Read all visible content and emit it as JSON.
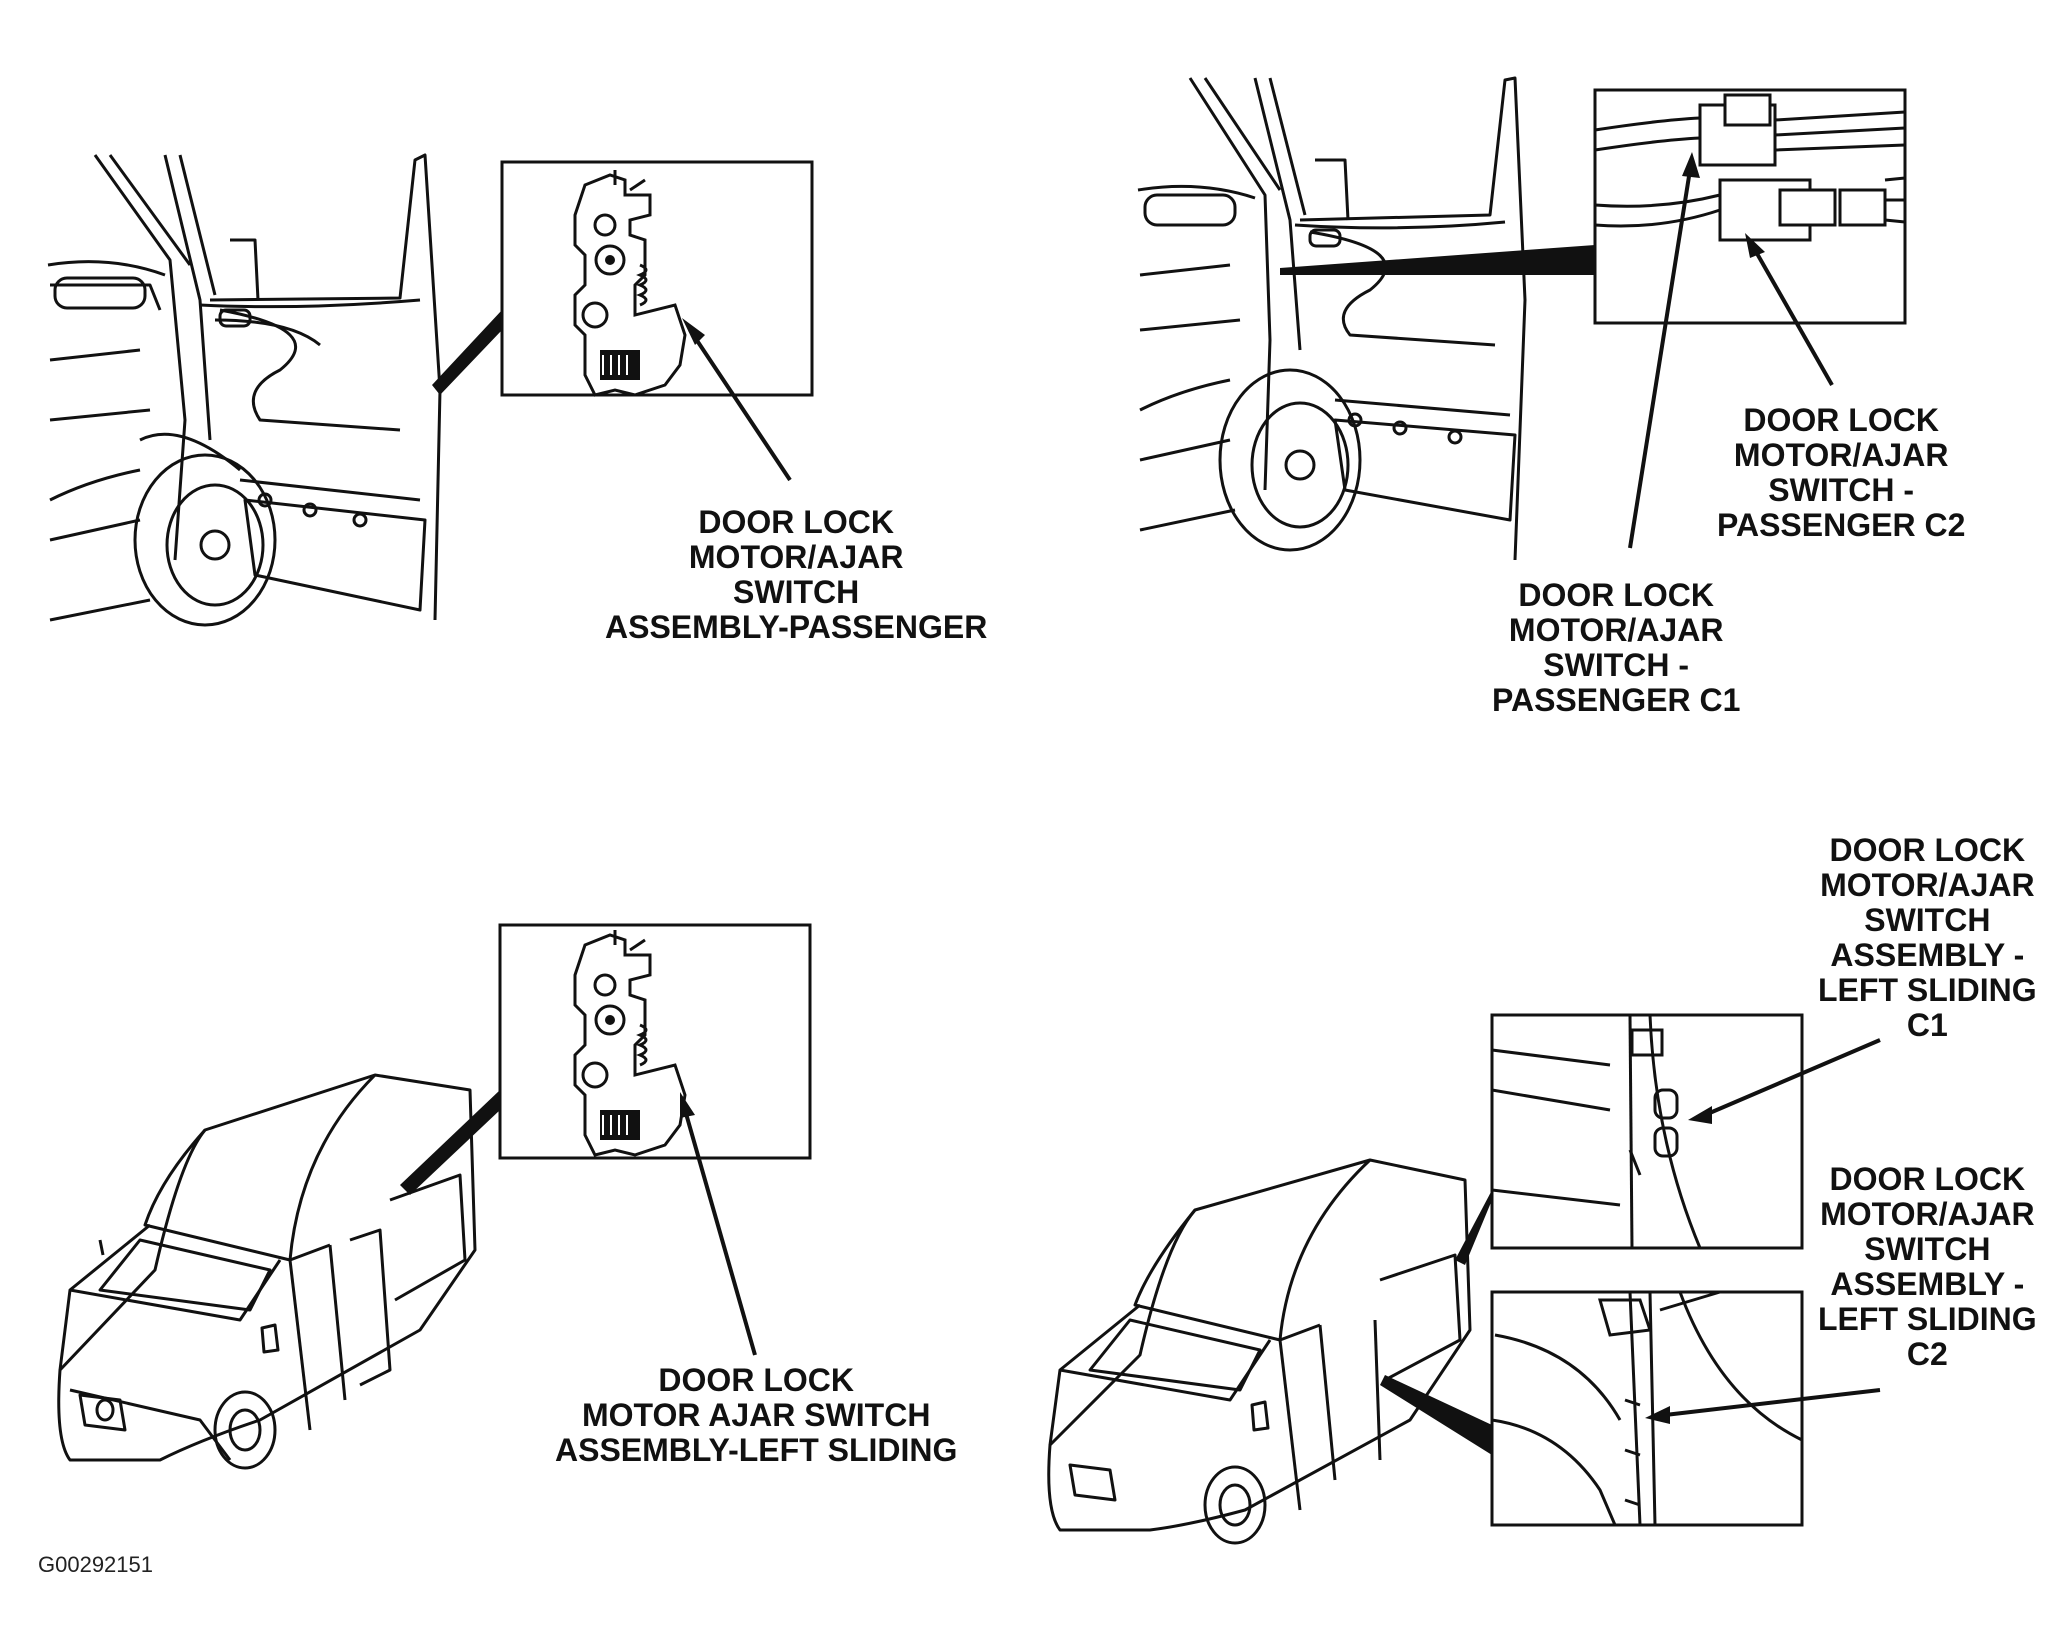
{
  "diagram": {
    "labels": {
      "passenger_assembly": [
        "DOOR LOCK",
        "MOTOR/AJAR",
        "SWITCH",
        "ASSEMBLY-PASSENGER"
      ],
      "passenger_c2": [
        "DOOR LOCK",
        "MOTOR/AJAR",
        "SWITCH -",
        "PASSENGER C2"
      ],
      "passenger_c1": [
        "DOOR LOCK",
        "MOTOR/AJAR",
        "SWITCH -",
        "PASSENGER C1"
      ],
      "left_sliding_assembly": [
        "DOOR LOCK",
        "MOTOR AJAR SWITCH",
        "ASSEMBLY-LEFT SLIDING"
      ],
      "left_sliding_c1": [
        "DOOR LOCK",
        "MOTOR/AJAR",
        "SWITCH",
        "ASSEMBLY -",
        "LEFT SLIDING",
        "C1"
      ],
      "left_sliding_c2": [
        "DOOR LOCK",
        "MOTOR/AJAR",
        "SWITCH",
        "ASSEMBLY -",
        "LEFT SLIDING",
        "C2"
      ]
    },
    "figure_id": "G00292151"
  }
}
